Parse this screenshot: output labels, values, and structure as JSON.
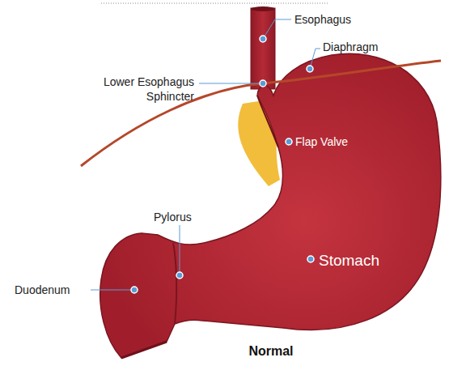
{
  "diagram": {
    "caption": "Normal",
    "labels": [
      "Esophagus",
      "Diaphragm",
      "Lower Esophagus Sphincter",
      "Flap Valve",
      "Pylorus",
      "Stomach",
      "Duodenum"
    ]
  }
}
